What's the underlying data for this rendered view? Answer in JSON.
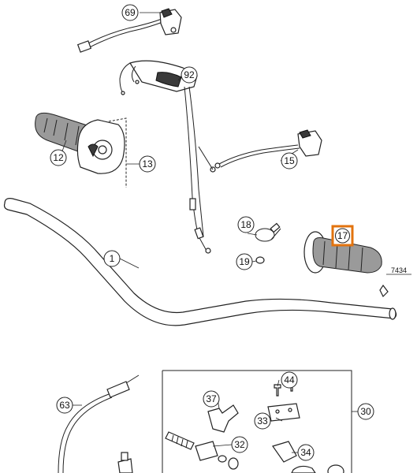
{
  "diagram": {
    "highlight_color": "#e2730e",
    "callouts": [
      {
        "id": "c69",
        "label": "69"
      },
      {
        "id": "c92",
        "label": "92"
      },
      {
        "id": "c12",
        "label": "12"
      },
      {
        "id": "c13",
        "label": "13"
      },
      {
        "id": "c15",
        "label": "15"
      },
      {
        "id": "c18",
        "label": "18"
      },
      {
        "id": "c17",
        "label": "17",
        "highlighted": true
      },
      {
        "id": "c1",
        "label": "1"
      },
      {
        "id": "c19",
        "label": "19"
      },
      {
        "id": "c44",
        "label": "44"
      },
      {
        "id": "c37",
        "label": "37"
      },
      {
        "id": "c33",
        "label": "33"
      },
      {
        "id": "c30",
        "label": "30"
      },
      {
        "id": "c63",
        "label": "63"
      },
      {
        "id": "c32",
        "label": "32"
      },
      {
        "id": "c34",
        "label": "34"
      }
    ],
    "plain_labels": {
      "ref_7434": "7434"
    }
  }
}
